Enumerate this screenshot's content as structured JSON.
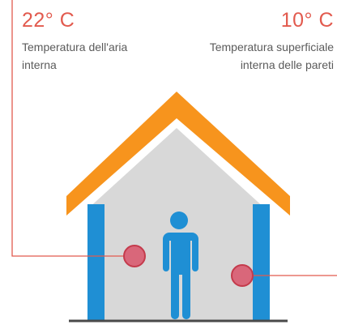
{
  "indoor_air": {
    "temperature": "22° C",
    "label_lines": [
      "Temperatura dell'aria",
      "interna"
    ]
  },
  "wall_surface": {
    "temperature": "10° C",
    "label_lines": [
      "Temperatura superficiale",
      "interna delle pareti"
    ]
  },
  "colors": {
    "roof": "#f7941d",
    "wall": "#1f8fd4",
    "interior": "#d8d8d8",
    "person": "#1f8fd4",
    "marker_fill": "#d9677a",
    "marker_stroke": "#c43b4c",
    "leader_line": "#e25a4e",
    "ground": "#4a4a4a"
  }
}
